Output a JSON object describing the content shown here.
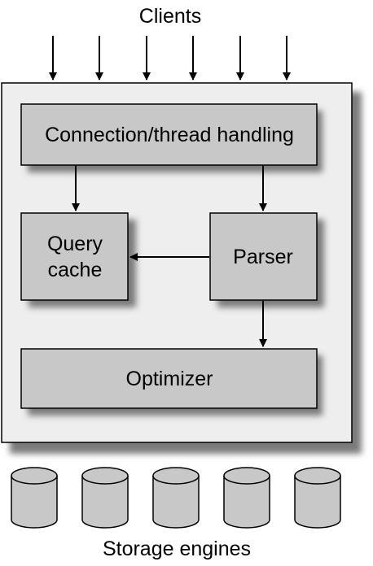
{
  "diagram": {
    "top_label": "Clients",
    "bottom_label": "Storage engines",
    "boxes": {
      "connection": "Connection/thread handling",
      "query_cache_line1": "Query",
      "query_cache_line2": "cache",
      "parser": "Parser",
      "optimizer": "Optimizer"
    }
  },
  "colors": {
    "outer_fill": "#eeeeee",
    "box_fill": "#c8c8c8",
    "shadow": "#808080",
    "stroke": "#000000",
    "cylinder_fill": "#c8c8c8"
  }
}
